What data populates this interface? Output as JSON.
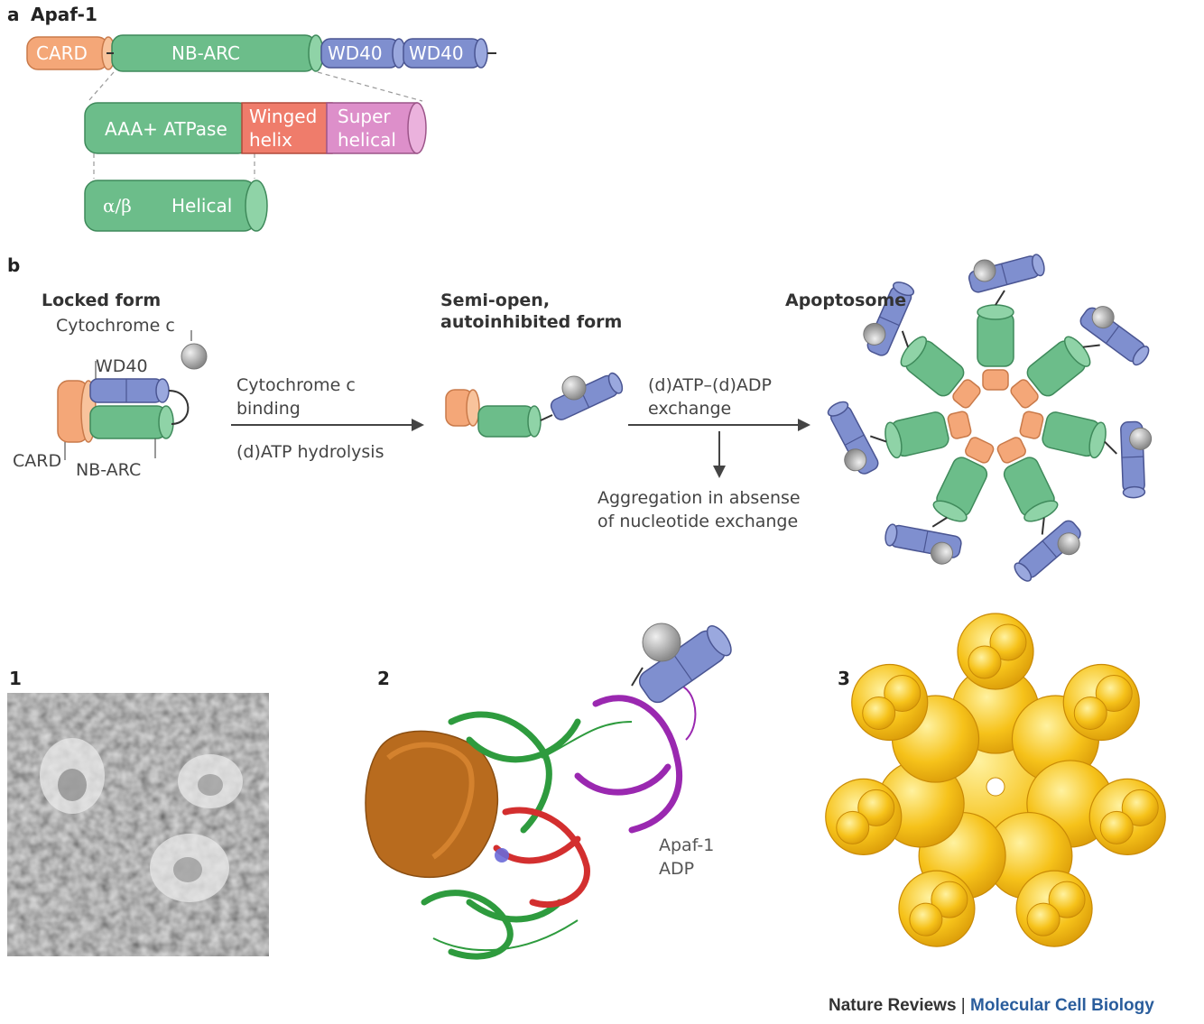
{
  "panel_a": {
    "letter": "a",
    "title": "Apaf-1",
    "domains": [
      "CARD",
      "NB-ARC",
      "WD40",
      "WD40"
    ],
    "nbarc_parts": [
      "AAA+ ATPase",
      "Winged",
      "helix",
      "Super",
      "helical"
    ],
    "aaa_parts": [
      "α/β",
      "Helical"
    ]
  },
  "panel_b": {
    "letter": "b",
    "locked_title": "Locked form",
    "cytochrome_label": "Cytochrome c",
    "wd40_label": "WD40",
    "card_label": "CARD",
    "nbarc_label": "NB-ARC",
    "step1_above_1": "Cytochrome c",
    "step1_above_2": "binding",
    "step1_below": "(d)ATP hydrolysis",
    "semi_title_1": "Semi-open,",
    "semi_title_2": "autoinhibited form",
    "step2_above_1": "(d)ATP–(d)ADP",
    "step2_above_2": "exchange",
    "aggregation_1": "Aggregation in absense",
    "aggregation_2": "of nucleotide exchange",
    "apoptosome_title": "Apoptosome"
  },
  "bottom": {
    "label_1": "1",
    "label_2": "2",
    "label_3": "3",
    "apaf_label_1": "Apaf-1",
    "apaf_label_2": "ADP"
  },
  "footer": {
    "journal": "Nature Reviews",
    "separator": "|",
    "subjournal": "Molecular Cell Biology"
  },
  "colors": {
    "card": "#f4a778",
    "nbarc": "#6cbd8a",
    "wd40": "#7f8fcf",
    "winged_helix": "#ef7c6b",
    "super_helical": "#dd8fca",
    "cytochrome": "#b0b0b0",
    "surface": "#f6c21a",
    "footer_blue": "#2a5d9c"
  }
}
